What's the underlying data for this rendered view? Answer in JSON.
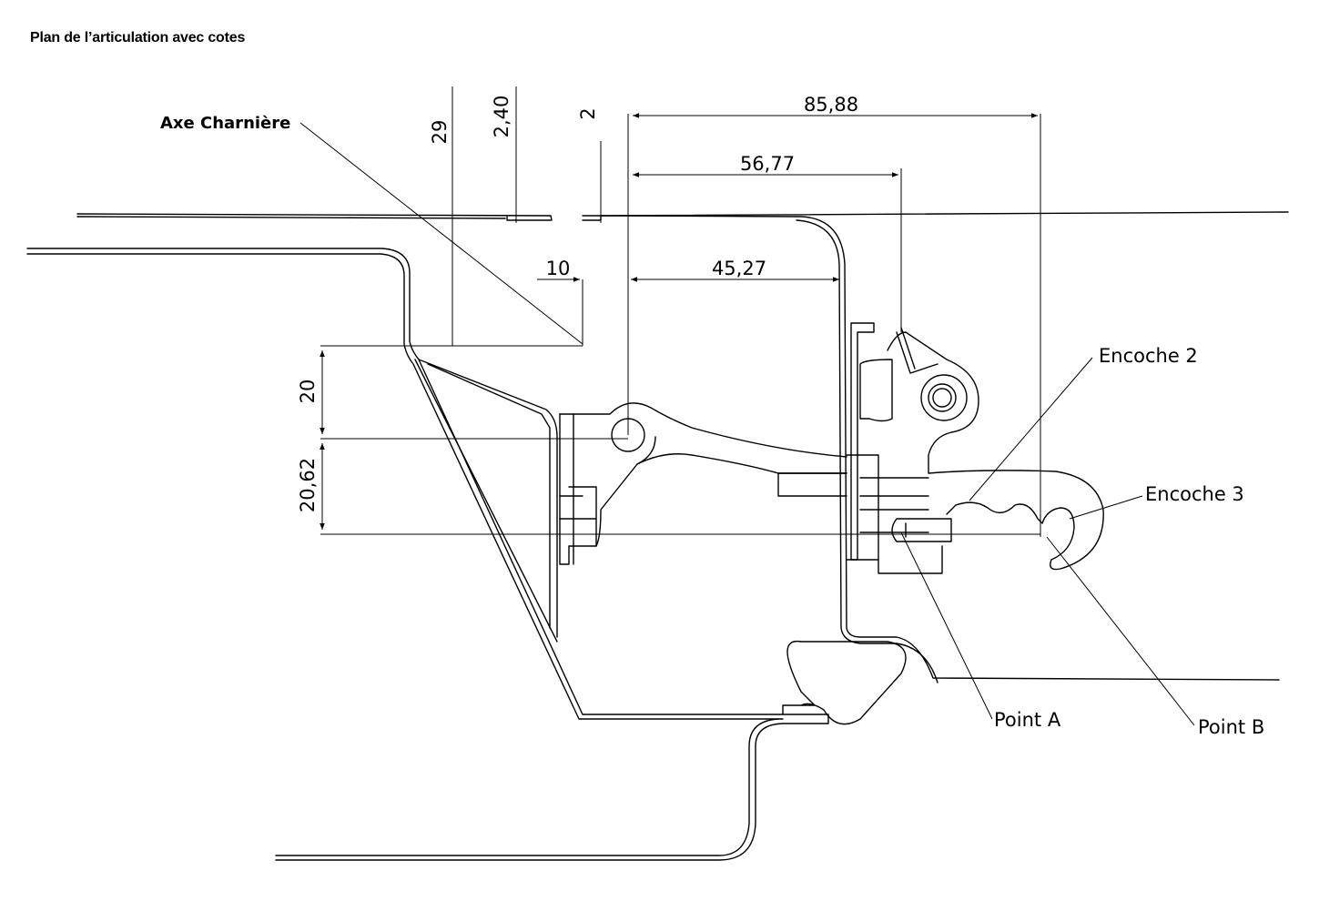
{
  "title": "Plan de l’articulation avec cotes",
  "dimensions": {
    "d85_88": "85,88",
    "d56_77": "56,77",
    "d45_27": "45,27",
    "d10": "10",
    "d29": "29",
    "d2_40": "2,40",
    "d2": "2",
    "d20": "20",
    "d20_62": "20,62"
  },
  "labels": {
    "axe": "Axe Charnière",
    "encoche2": "Encoche 2",
    "encoche3": "Encoche 3",
    "pointA": "Point A",
    "pointB": "Point B"
  }
}
